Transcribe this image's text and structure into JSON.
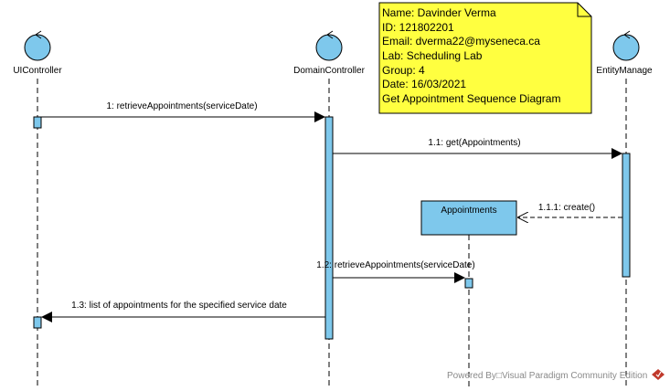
{
  "diagram": {
    "lifelines": [
      {
        "id": "ui",
        "name": "UIController"
      },
      {
        "id": "domain",
        "name": "DomainController"
      },
      {
        "id": "entity",
        "name": "EntityManage"
      }
    ],
    "object_box": {
      "name": "Appointments"
    },
    "messages": [
      {
        "id": "m1",
        "label": "1: retrieveAppointments(serviceDate)",
        "from": "UIController",
        "to": "DomainController",
        "kind": "sync"
      },
      {
        "id": "m2",
        "label": "1.1: get(Appointments)",
        "from": "DomainController",
        "to": "EntityManage",
        "kind": "sync"
      },
      {
        "id": "m3",
        "label": "1.1.1: create()",
        "from": "EntityManage",
        "to": "Appointments",
        "kind": "create"
      },
      {
        "id": "m4",
        "label": "1.2: retrieveAppointments(serviceDate)",
        "from": "DomainController",
        "to": "Appointments",
        "kind": "sync"
      },
      {
        "id": "m5",
        "label": "1.3: list of appointments for the specified service date",
        "from": "DomainController",
        "to": "UIController",
        "kind": "return"
      }
    ],
    "note": {
      "lines": [
        "Name: Davinder Verma",
        "ID: 121802201",
        "Email: dverma22@myseneca.ca",
        "Lab: Scheduling Lab",
        "Group: 4",
        "Date: 16/03/2021",
        "Get Appointment Sequence Diagram"
      ]
    },
    "watermark": "Powered By□Visual Paradigm Community Edition",
    "colors": {
      "control_fill": "#7ec8ec",
      "activation_fill": "#7ec8ec",
      "object_fill": "#7ec8ec",
      "note_fill": "#ffff40",
      "line": "#000000",
      "watermark_icon": "#c0392b"
    }
  }
}
